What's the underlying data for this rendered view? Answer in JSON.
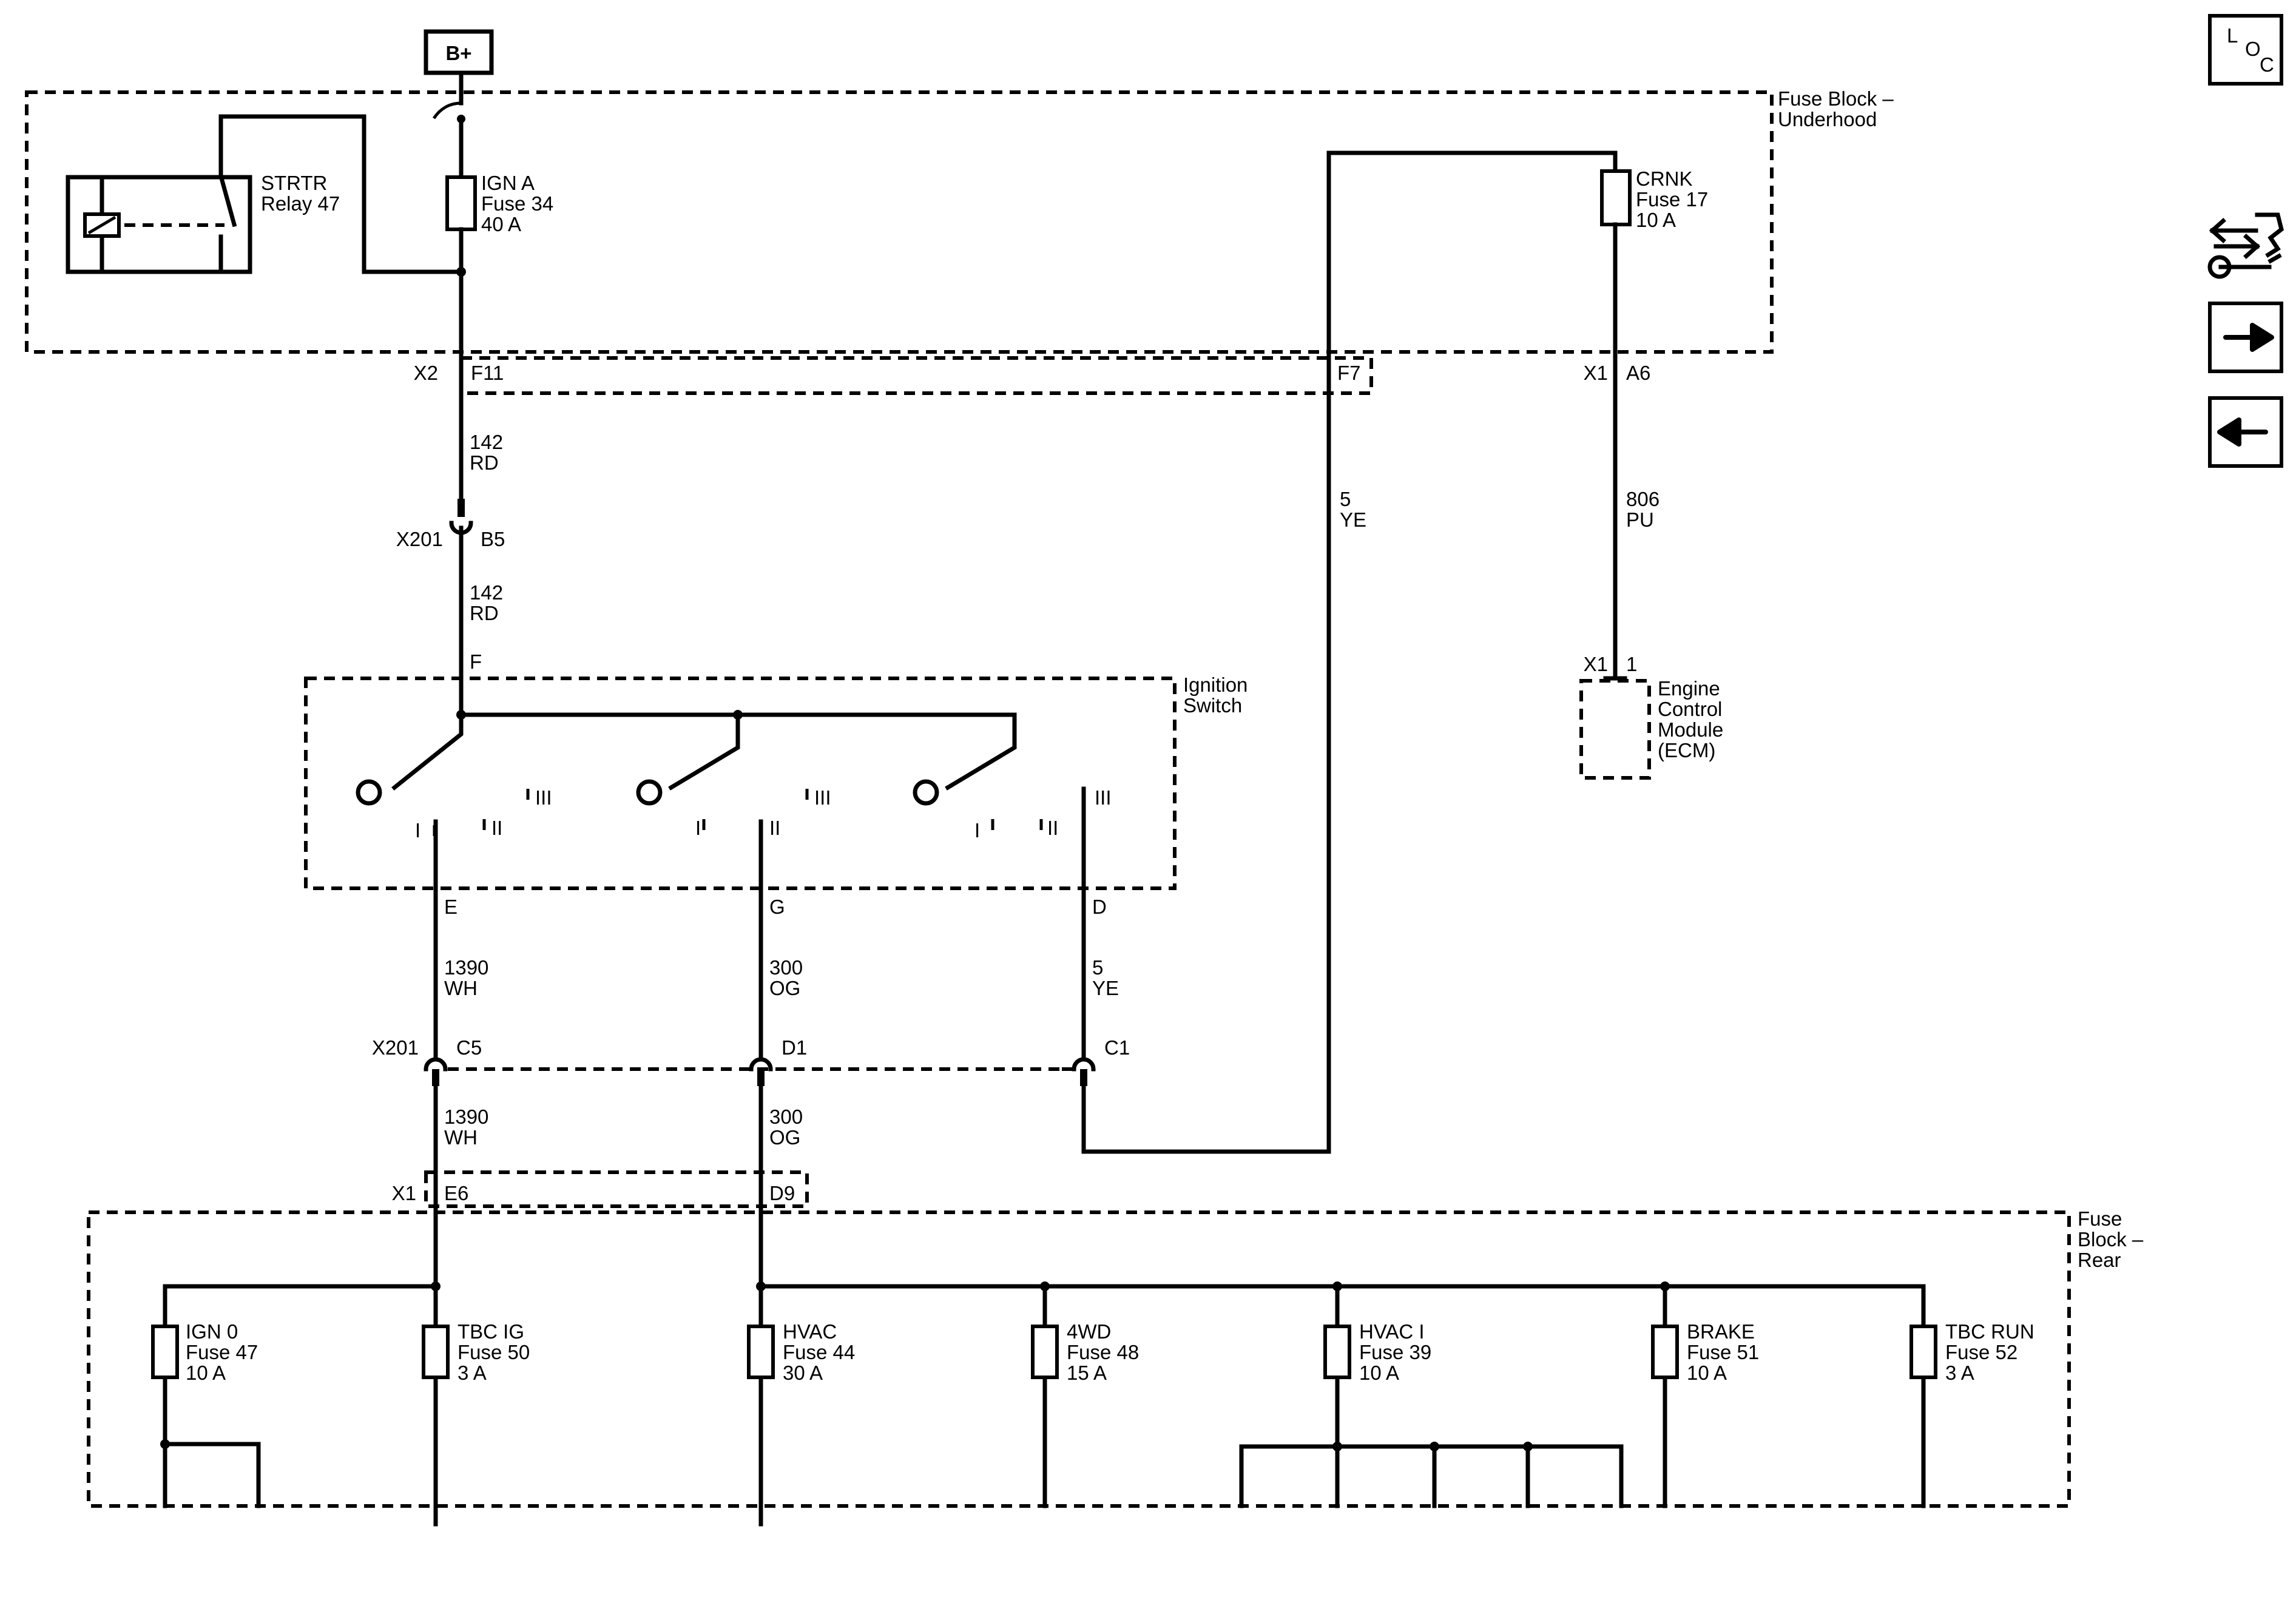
{
  "supply": {
    "label": "B+"
  },
  "fuse_block_underhood": {
    "line1": "Fuse Block –",
    "line2": "Underhood"
  },
  "fuse_block_rear": {
    "line1": "Fuse",
    "line2": "Block –",
    "line3": "Rear"
  },
  "relay": {
    "line1": "STRTR",
    "line2": "Relay 47"
  },
  "fuse_ign_a": {
    "line1": "IGN A",
    "line2": "Fuse 34",
    "line3": "40 A"
  },
  "fuse_crnk": {
    "line1": "CRNK",
    "line2": "Fuse 17",
    "line3": "10 A"
  },
  "connectors": {
    "x2": "X2",
    "f11": "F11",
    "f7": "F7",
    "x1_top": "X1",
    "a6": "A6",
    "x201_b": "X201",
    "b5": "B5",
    "f": "F",
    "e": "E",
    "g": "G",
    "d": "D",
    "x201_c": "X201",
    "c5": "C5",
    "d1": "D1",
    "c1": "C1",
    "x1_bottom": "X1",
    "e6": "E6",
    "d9": "D9",
    "x1_ecm": "X1",
    "pin1": "1"
  },
  "wires": {
    "w142_top": {
      "num": "142",
      "color": "RD"
    },
    "w142_bottom": {
      "num": "142",
      "color": "RD"
    },
    "w5_top": {
      "num": "5",
      "color": "YE"
    },
    "w806": {
      "num": "806",
      "color": "PU"
    },
    "w1390_top": {
      "num": "1390",
      "color": "WH"
    },
    "w300_top": {
      "num": "300",
      "color": "OG"
    },
    "w5_mid": {
      "num": "5",
      "color": "YE"
    },
    "w1390_bottom": {
      "num": "1390",
      "color": "WH"
    },
    "w300_bottom": {
      "num": "300",
      "color": "OG"
    }
  },
  "ignition_switch": {
    "line1": "Ignition",
    "line2": "Switch",
    "pos_i": "I",
    "pos_ii": "II",
    "pos_iii": "III"
  },
  "ecm": {
    "line1": "Engine",
    "line2": "Control",
    "line3": "Module",
    "line4": "(ECM)"
  },
  "rear_fuses": [
    {
      "line1": "IGN 0",
      "line2": "Fuse 47",
      "line3": "10 A"
    },
    {
      "line1": "TBC IG",
      "line2": "Fuse 50",
      "line3": "3 A"
    },
    {
      "line1": "HVAC",
      "line2": "Fuse 44",
      "line3": "30 A"
    },
    {
      "line1": "4WD",
      "line2": "Fuse 48",
      "line3": "15 A"
    },
    {
      "line1": "HVAC I",
      "line2": "Fuse 39",
      "line3": "10 A"
    },
    {
      "line1": "BRAKE",
      "line2": "Fuse 51",
      "line3": "10 A"
    },
    {
      "line1": "TBC RUN",
      "line2": "Fuse 52",
      "line3": "3 A"
    }
  ],
  "loc_button": {
    "l": "L",
    "o": "O",
    "c": "C"
  },
  "icons": [
    "loc-icon",
    "component-locator-icon",
    "next-arrow-icon",
    "previous-arrow-icon"
  ]
}
